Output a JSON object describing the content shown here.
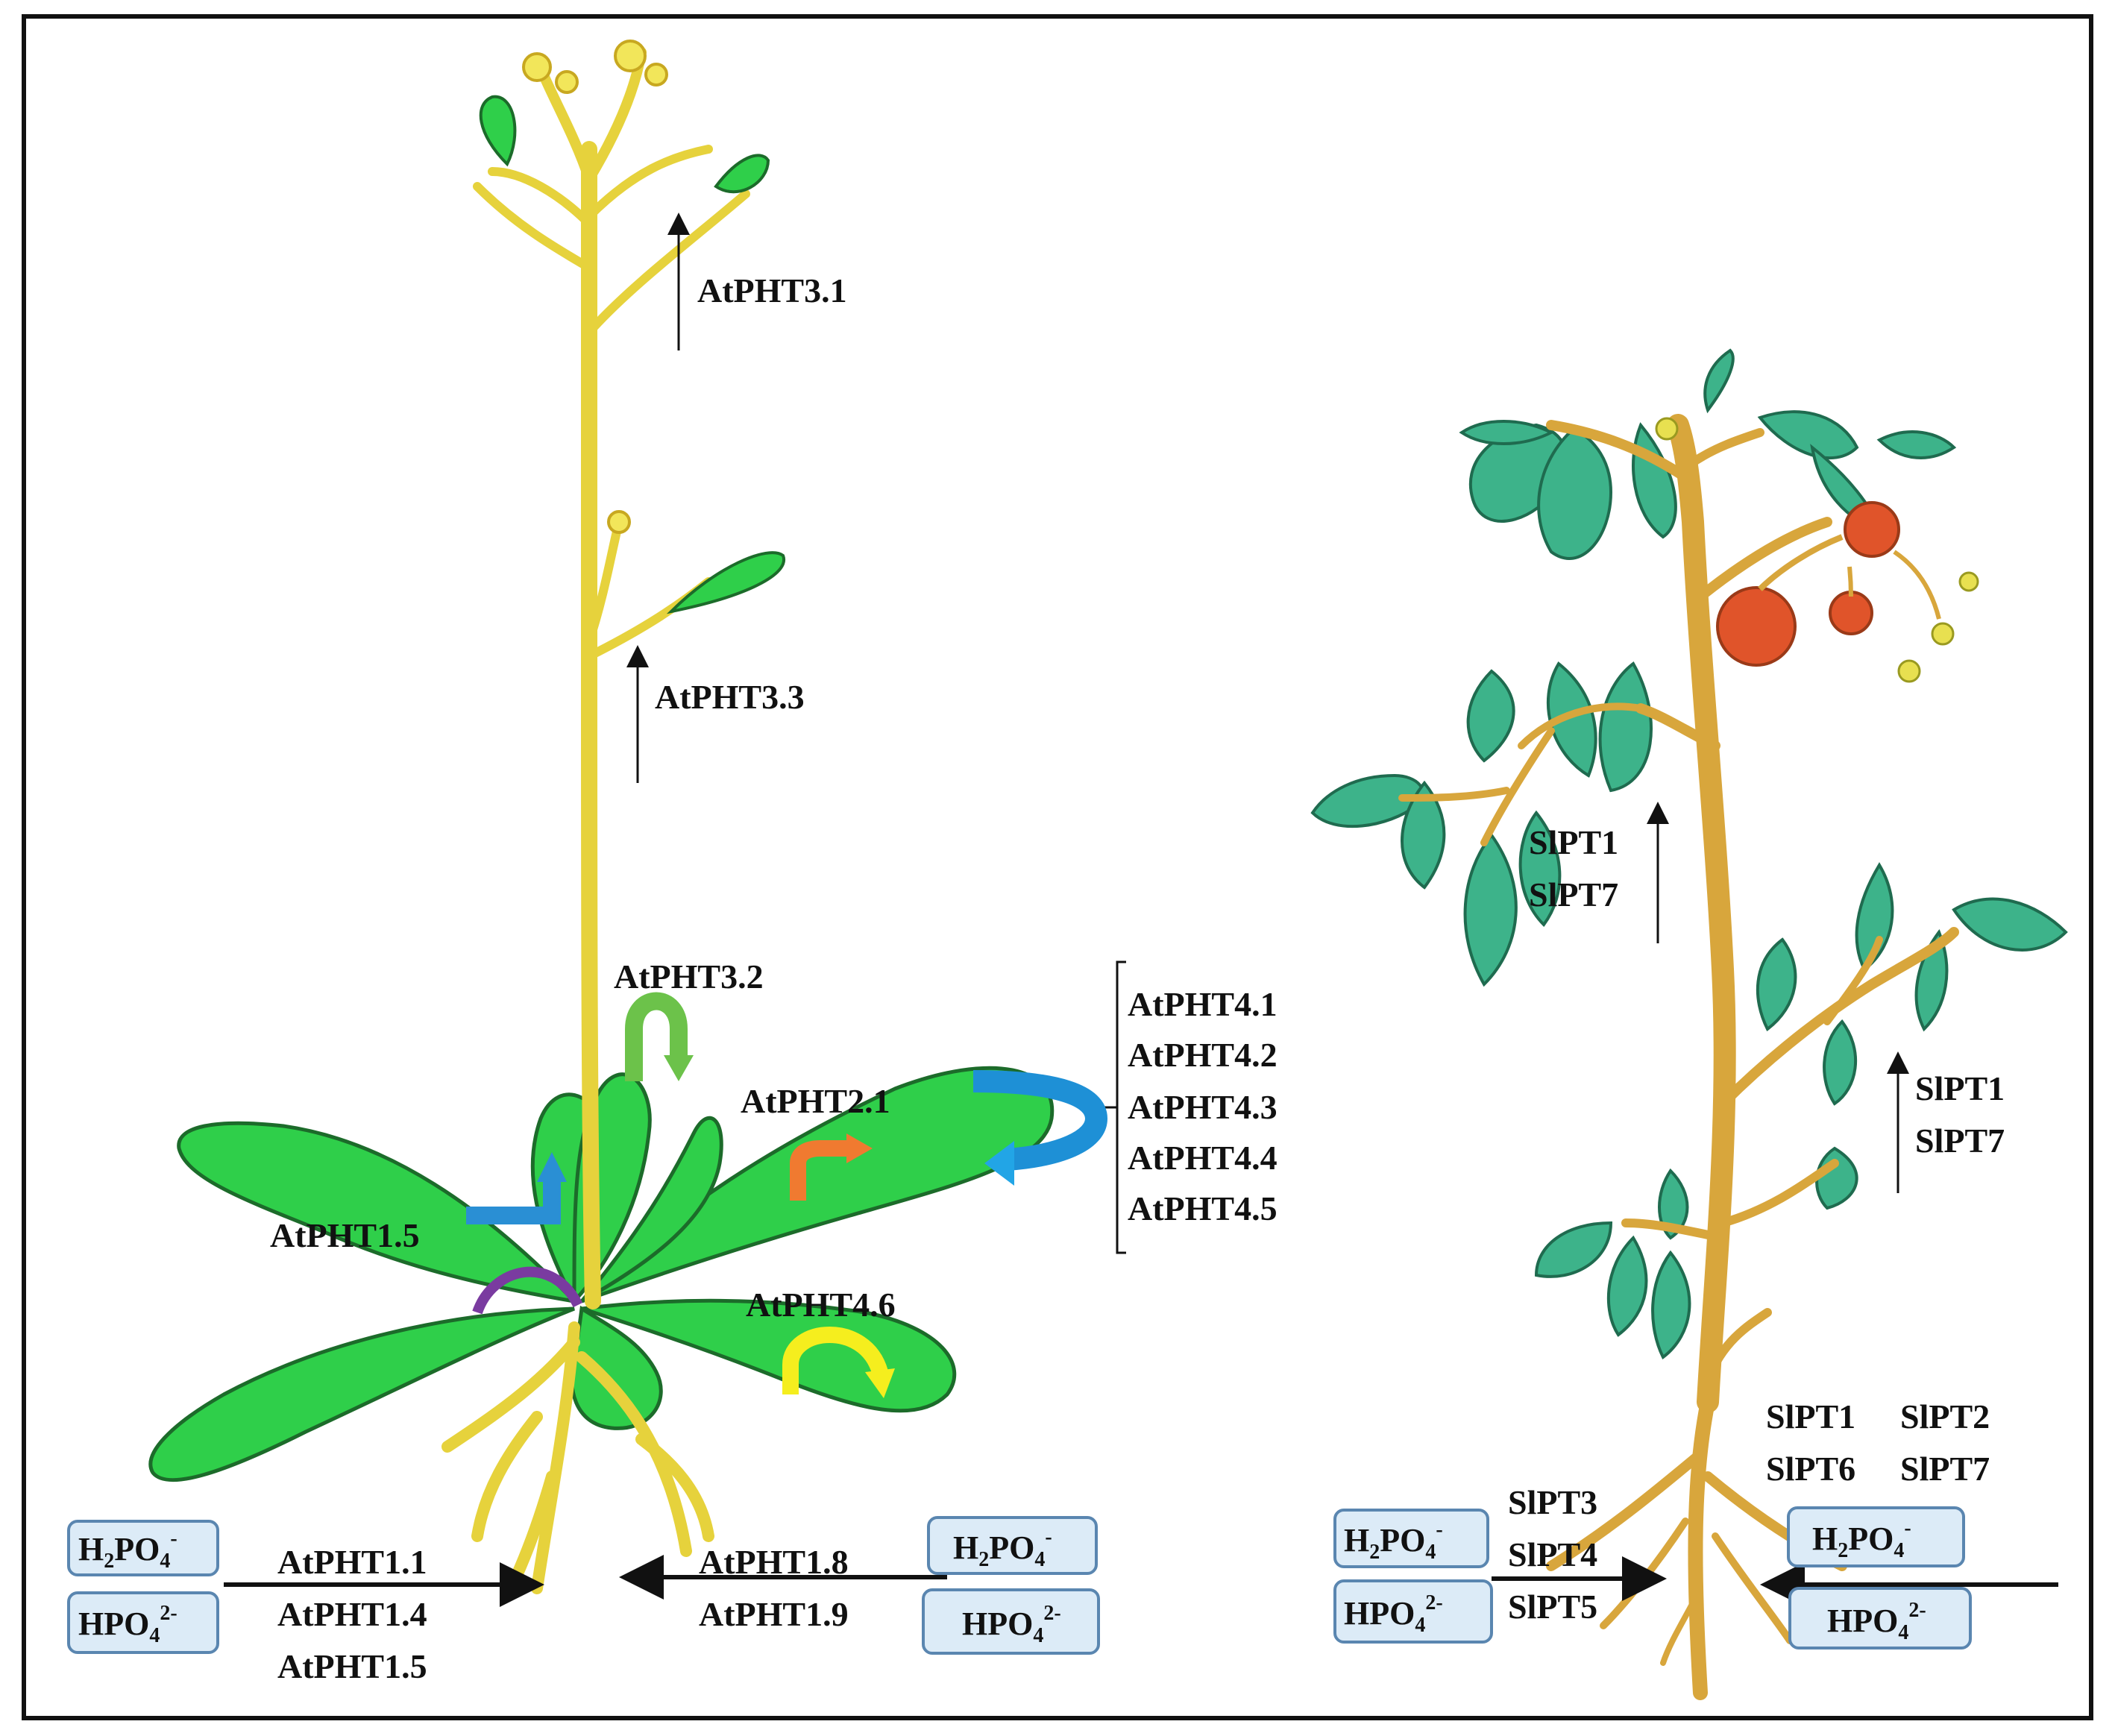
{
  "arabidopsis": {
    "labels": {
      "pht3_1": "AtPHT3.1",
      "pht3_3": "AtPHT3.3",
      "pht3_2": "AtPHT3.2",
      "pht2_1": "AtPHT2.1",
      "pht1_5_shoot": "AtPHT1.5",
      "pht4_6": "AtPHT4.6",
      "pht4_group": [
        "AtPHT4.1",
        "AtPHT4.2",
        "AtPHT4.3",
        "AtPHT4.4",
        "AtPHT4.5"
      ],
      "root_left": [
        "AtPHT1.1",
        "AtPHT1.4",
        "AtPHT1.5"
      ],
      "root_right": [
        "AtPHT1.8",
        "AtPHT1.9"
      ]
    },
    "ions": {
      "left_top": {
        "base": "H",
        "sub1": "2",
        "mid": "PO",
        "sub2": "4",
        "sup": "-"
      },
      "left_bottom": {
        "base": "HPO",
        "sub2": "4",
        "sup": "2-"
      },
      "right_top": {
        "base": "H",
        "sub1": "2",
        "mid": "PO",
        "sub2": "4",
        "sup": "-"
      },
      "right_bottom": {
        "base": "HPO",
        "sub2": "4",
        "sup": "2-"
      }
    },
    "colors": {
      "stem": "#e6d23c",
      "leaf": "#2fcf4a",
      "arrow_pht3_2": "#6cc24a",
      "arrow_pht2_1": "#f07a30",
      "arrow_pht4": "#1e90d6",
      "arrow_pht1_5": "#2a8fd4",
      "arc_purple": "#7a3ba0",
      "arrow_pht4_6": "#f5ee1e"
    }
  },
  "tomato": {
    "labels": {
      "upper_branch": [
        "SlPT1",
        "SlPT7"
      ],
      "lower_branch": [
        "SlPT1",
        "SlPT7"
      ],
      "base_group": [
        "SlPT1",
        "SlPT2",
        "SlPT6",
        "SlPT7"
      ],
      "root_group": [
        "SlPT3",
        "SlPT4",
        "SlPT5"
      ]
    },
    "ions": {
      "left_top": {
        "base": "H",
        "sub1": "2",
        "mid": "PO",
        "sub2": "4",
        "sup": "-"
      },
      "left_bottom": {
        "base": "HPO",
        "sub2": "4",
        "sup": "2-"
      },
      "right_top": {
        "base": "H",
        "sub1": "2",
        "mid": "PO",
        "sub2": "4",
        "sup": "-"
      },
      "right_bottom": {
        "base": "HPO",
        "sub2": "4",
        "sup": "2-"
      }
    },
    "colors": {
      "stem": "#d8a63c",
      "leaf": "#3db38a",
      "fruit": "#e0542a",
      "flower": "#e8e050"
    }
  },
  "colors": {
    "ion_box_fill": "#dcebf7",
    "ion_box_stroke": "#5a86b0"
  }
}
